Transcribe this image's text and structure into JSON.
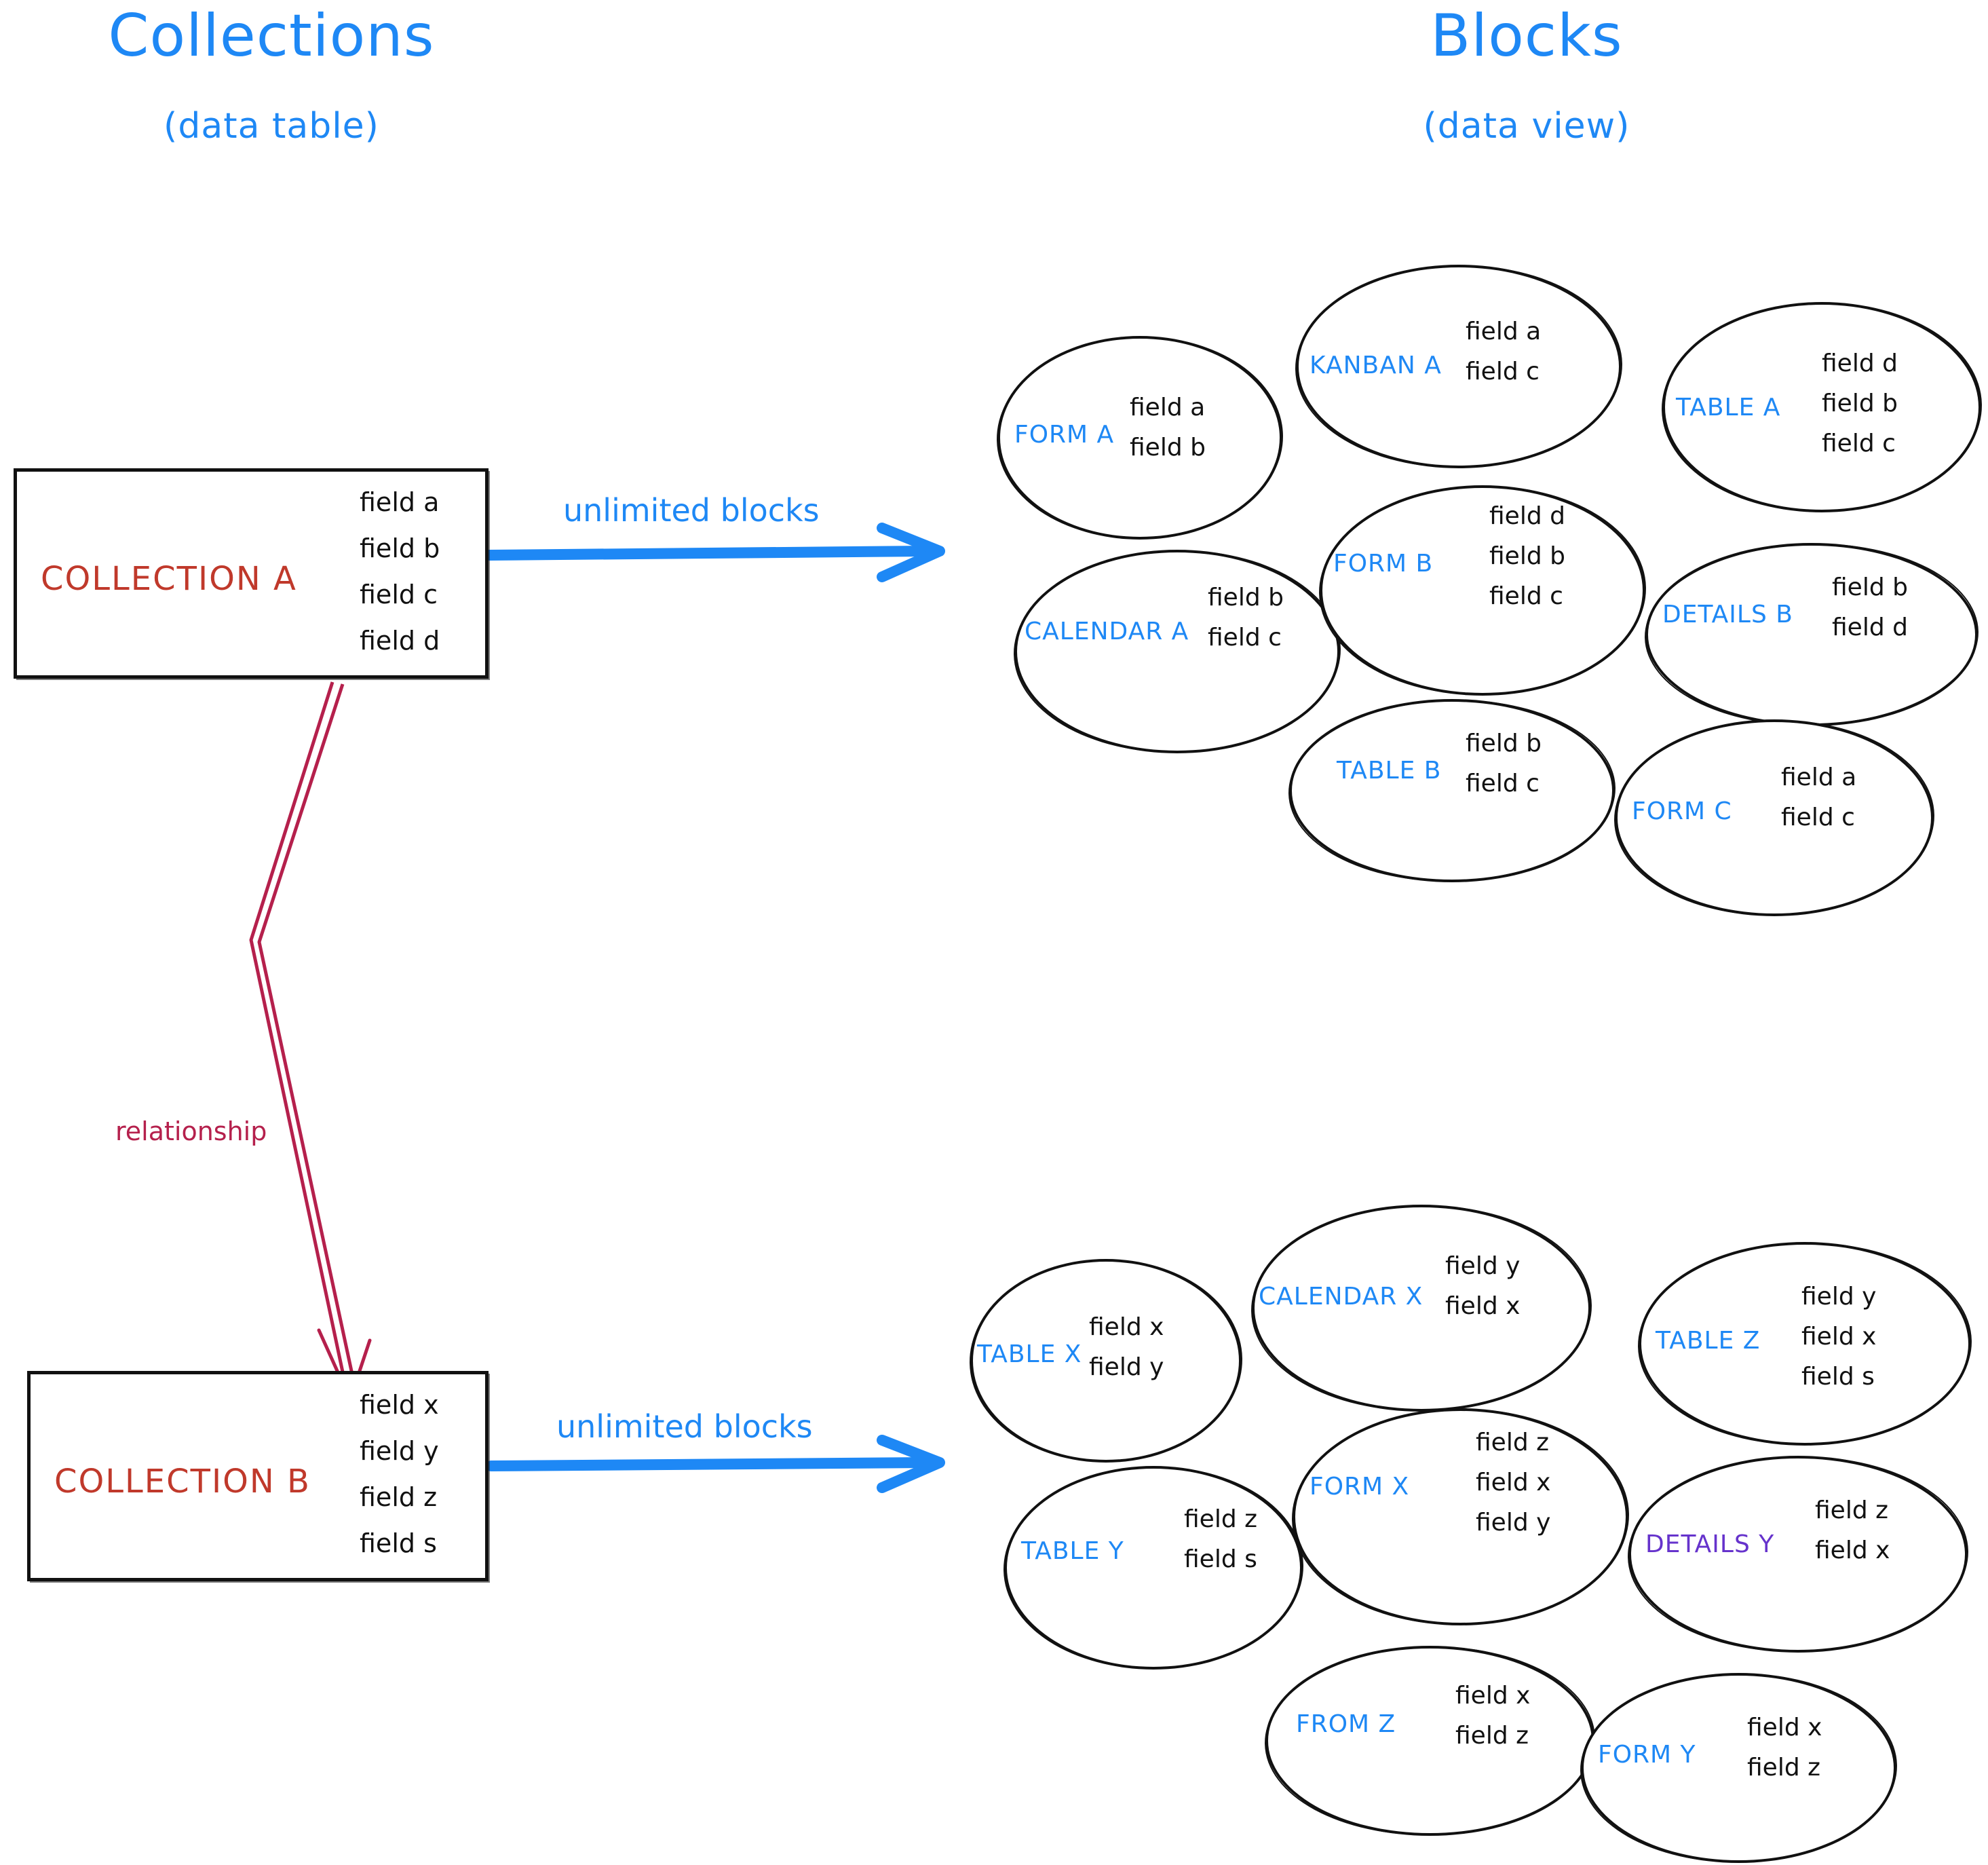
{
  "titles": {
    "left_main": "Collections",
    "left_sub": "(data table)",
    "right_main": "Blocks",
    "right_sub": "(data view)"
  },
  "colors": {
    "accent_blue": "#1e88f5",
    "collection_red": "#c0392b",
    "relationship_crimson": "#b5204c",
    "details_y_violet": "#6633cc",
    "stroke_black": "#111111"
  },
  "arrows": {
    "top_label": "unlimited blocks",
    "bottom_label": "unlimited blocks",
    "relationship_label": "relationship"
  },
  "collections": [
    {
      "id": "collection-a",
      "name": "COLLECTION A",
      "fields": [
        "field a",
        "field b",
        "field c",
        "field d"
      ]
    },
    {
      "id": "collection-b",
      "name": "COLLECTION B",
      "fields": [
        "field x",
        "field y",
        "field z",
        "field s"
      ]
    }
  ],
  "blocks_top": [
    {
      "id": "form-a",
      "label": "FORM A",
      "fields": [
        "field a",
        "field b"
      ]
    },
    {
      "id": "kanban-a",
      "label": "KANBAN A",
      "fields": [
        "field a",
        "field c"
      ]
    },
    {
      "id": "table-a",
      "label": "TABLE A",
      "fields": [
        "field d",
        "field b",
        "field c"
      ]
    },
    {
      "id": "calendar-a",
      "label": "CALENDAR A",
      "fields": [
        "field b",
        "field c"
      ]
    },
    {
      "id": "form-b",
      "label": "FORM B",
      "fields": [
        "field d",
        "field b",
        "field c"
      ]
    },
    {
      "id": "details-b",
      "label": "DETAILS B",
      "fields": [
        "field b",
        "field d"
      ]
    },
    {
      "id": "table-b",
      "label": "TABLE B",
      "fields": [
        "field b",
        "field c"
      ]
    },
    {
      "id": "form-c",
      "label": "FORM C",
      "fields": [
        "field a",
        "field c"
      ]
    }
  ],
  "blocks_bottom": [
    {
      "id": "table-x",
      "label": "TABLE X",
      "fields": [
        "field x",
        "field y"
      ]
    },
    {
      "id": "calendar-x",
      "label": "CALENDAR X",
      "fields": [
        "field y",
        "field x"
      ]
    },
    {
      "id": "table-z",
      "label": "TABLE Z",
      "fields": [
        "field y",
        "field x",
        "field s"
      ]
    },
    {
      "id": "table-y",
      "label": "TABLE Y",
      "fields": [
        "field z",
        "field s"
      ]
    },
    {
      "id": "form-x",
      "label": "FORM X",
      "fields": [
        "field z",
        "field x",
        "field y"
      ]
    },
    {
      "id": "details-y",
      "label": "DETAILS Y",
      "fields": [
        "field z",
        "field x"
      ]
    },
    {
      "id": "from-z",
      "label": "FROM Z",
      "fields": [
        "field x",
        "field z"
      ]
    },
    {
      "id": "form-y",
      "label": "FORM Y",
      "fields": [
        "field x",
        "field z"
      ]
    }
  ]
}
